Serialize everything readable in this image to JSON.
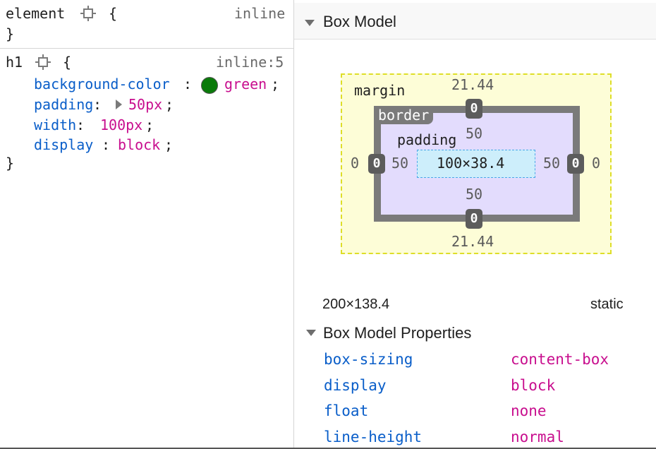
{
  "rules": {
    "element_rule": {
      "selector": "element",
      "open_brace": "{",
      "close_brace": "}",
      "source": "inline"
    },
    "h1_rule": {
      "selector": "h1",
      "open_brace": "{",
      "close_brace": "}",
      "source": "inline:5",
      "declarations": [
        {
          "property": "background-color",
          "value": "green",
          "swatch_color": "#0a7a0a"
        },
        {
          "property": "padding",
          "value": "50px"
        },
        {
          "property": "width",
          "value": "100px"
        },
        {
          "property": "display",
          "value": "block"
        }
      ]
    }
  },
  "box_model": {
    "section_title": "Box Model",
    "margin_label": "margin",
    "border_label": "border",
    "padding_label": "padding",
    "margin": {
      "top": "21.44",
      "right": "0",
      "bottom": "21.44",
      "left": "0"
    },
    "border": {
      "top": "0",
      "right": "0",
      "bottom": "0",
      "left": "0"
    },
    "padding": {
      "top": "50",
      "right": "50",
      "bottom": "50",
      "left": "50"
    },
    "content_size": "100×38.4",
    "element_size": "200×138.4",
    "position": "static"
  },
  "box_model_properties": {
    "section_title": "Box Model Properties",
    "rows": [
      {
        "name": "box-sizing",
        "value": "content-box"
      },
      {
        "name": "display",
        "value": "block"
      },
      {
        "name": "float",
        "value": "none"
      },
      {
        "name": "line-height",
        "value": "normal"
      }
    ]
  },
  "colors": {
    "property_blue": "#0a5ec9",
    "value_magenta": "#c80e8e",
    "margin_fill": "#fdfdd7",
    "padding_fill": "#e3dcfd",
    "content_fill": "#cdeefb",
    "border_gray": "#7a7a7a"
  }
}
